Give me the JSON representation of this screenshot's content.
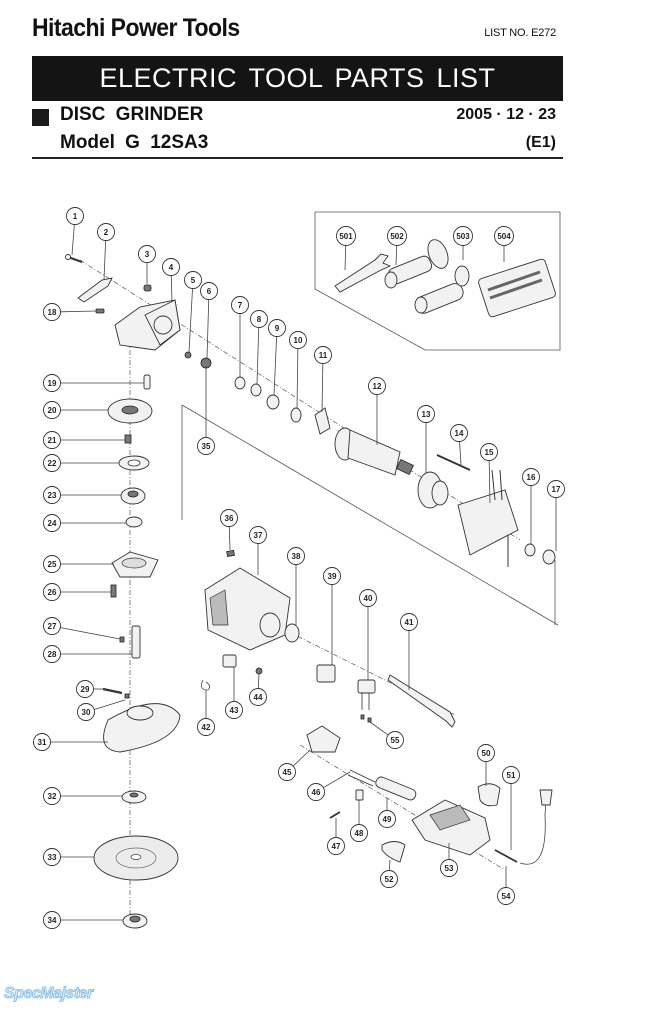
{
  "header": {
    "brand": "Hitachi Power Tools",
    "list_no": "LIST NO. E272",
    "banner": "ELECTRIC TOOL PARTS LIST",
    "product": "DISC GRINDER",
    "date": "2005 · 12 · 23",
    "model": "Model G 12SA3",
    "variant": "(E1)"
  },
  "diagram": {
    "type": "exploded-parts-view",
    "part_numbers": [
      "1",
      "2",
      "3",
      "4",
      "5",
      "6",
      "7",
      "8",
      "9",
      "10",
      "11",
      "12",
      "13",
      "14",
      "15",
      "16",
      "17",
      "18",
      "19",
      "20",
      "21",
      "22",
      "23",
      "24",
      "25",
      "26",
      "27",
      "28",
      "29",
      "30",
      "31",
      "32",
      "33",
      "34",
      "35",
      "36",
      "37",
      "38",
      "39",
      "40",
      "41",
      "42",
      "43",
      "44",
      "45",
      "46",
      "47",
      "48",
      "49",
      "50",
      "51",
      "52",
      "53",
      "54",
      "55"
    ],
    "accessory_part_numbers": [
      "501",
      "502",
      "503",
      "504"
    ],
    "accessories": {
      "501": "spanner-wrench",
      "502": "side-handle-with-guard",
      "503": "side-handle",
      "504": "carrying-case"
    }
  },
  "watermark": "SpecMajster"
}
